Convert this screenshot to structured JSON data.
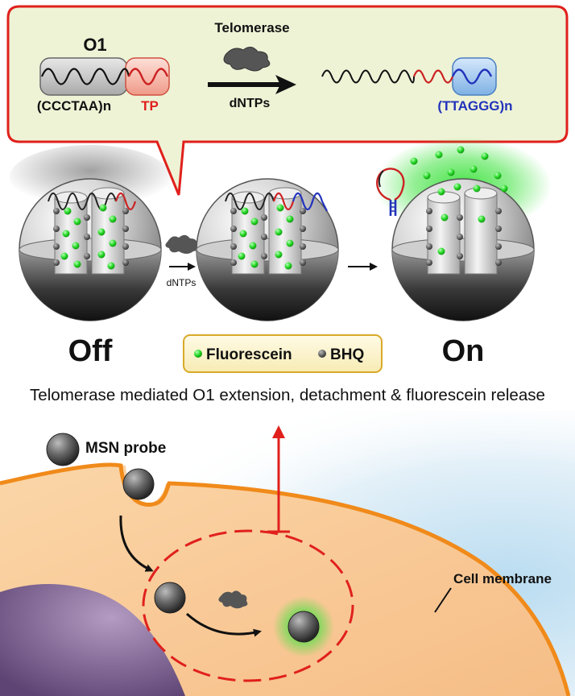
{
  "callout": {
    "o1_label": "O1",
    "telomerase_label": "Telomerase",
    "dntps_label": "dNTPs",
    "repeat_label": "(CCCTAA)n",
    "tp_label": "TP",
    "product_label": "(TTAGGG)n"
  },
  "stages": {
    "arrow_label": "dNTPs",
    "off_label": "Off",
    "on_label": "On"
  },
  "legend": {
    "fluorescein": "Fluorescein",
    "bhq": "BHQ"
  },
  "caption": "Telomerase mediated O1 extension, detachment & fluorescein release",
  "cell": {
    "probe_label": "MSN probe",
    "membrane_label": "Cell membrane"
  },
  "colors": {
    "callout_border": "#e0201c",
    "callout_fill": "#eef3d6",
    "fluorescein": "#22dd22",
    "bhq": "#555555",
    "tp_strand": "#cc2222",
    "product_strand": "#2233bb",
    "cytoplasm": "#f9cc9a",
    "membrane": "#f08a1a",
    "nucleus": "#8a6aa0",
    "glow": "#3de23d"
  }
}
